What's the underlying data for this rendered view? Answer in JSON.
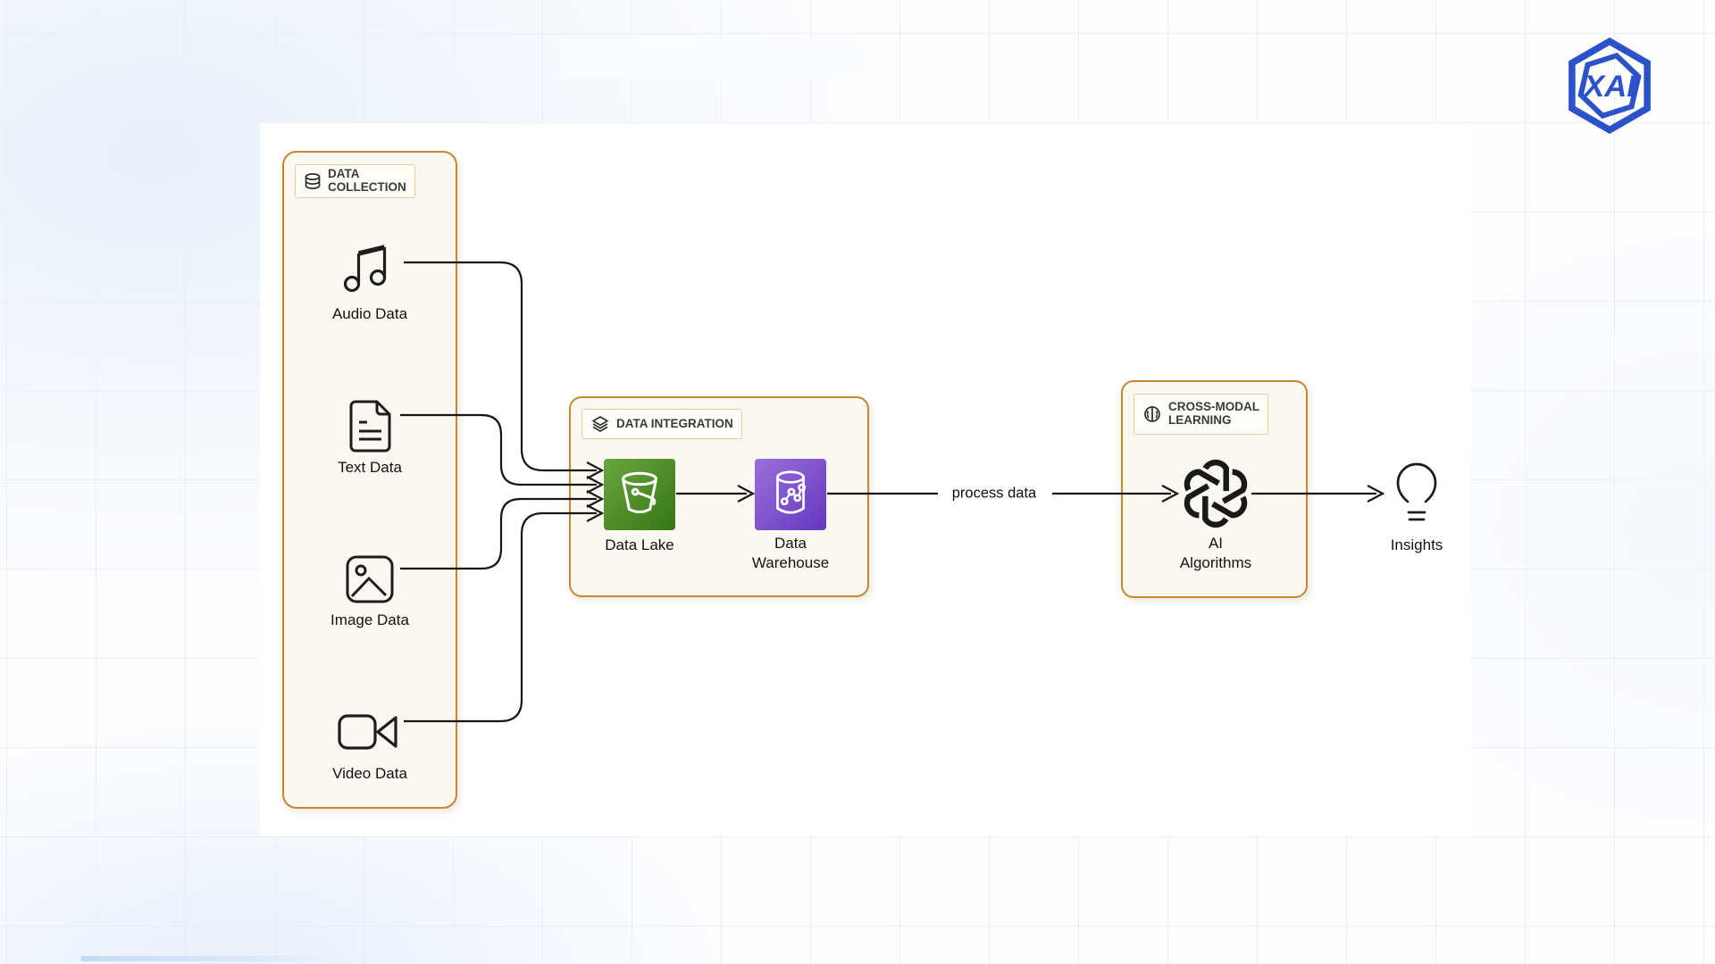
{
  "logo": {
    "text": "XAI",
    "color": "#2B52C8",
    "icon": "hexagon-logo-icon"
  },
  "groups": {
    "collection": {
      "line1": "DATA",
      "line2": "COLLECTION",
      "icon": "database-icon"
    },
    "integration": {
      "line1": "DATA INTEGRATION",
      "icon": "layers-icon"
    },
    "cross_modal": {
      "line1": "CROSS-MODAL",
      "line2": "LEARNING",
      "icon": "brain-icon"
    }
  },
  "nodes": {
    "audio": {
      "label": "Audio Data",
      "icon": "music-note-icon"
    },
    "text": {
      "label": "Text Data",
      "icon": "document-icon"
    },
    "image": {
      "label": "Image Data",
      "icon": "image-icon"
    },
    "video": {
      "label": "Video Data",
      "icon": "video-camera-icon"
    },
    "data_lake": {
      "label": "Data Lake",
      "icon": "bucket-icon"
    },
    "data_warehouse": {
      "line1": "Data",
      "line2": "Warehouse",
      "icon": "cylinder-chart-icon"
    },
    "ai_algorithms": {
      "line1": "AI",
      "line2": "Algorithms",
      "icon": "openai-logo-icon"
    },
    "insights": {
      "label": "Insights",
      "icon": "lightbulb-icon"
    }
  },
  "edge": {
    "label": "process data"
  },
  "colors": {
    "group_border": "#C8862D",
    "group_bg": "#FAF8F0",
    "header_bg": "#FFFEF8",
    "header_border": "#E7CD96",
    "data_lake_green_start": "#6AA63E",
    "data_lake_green_end": "#377517",
    "warehouse_purple_start": "#9A70DC",
    "warehouse_purple_end": "#6438BE",
    "logo_blue": "#2B52C8",
    "line_color": "#1A1A1A"
  }
}
